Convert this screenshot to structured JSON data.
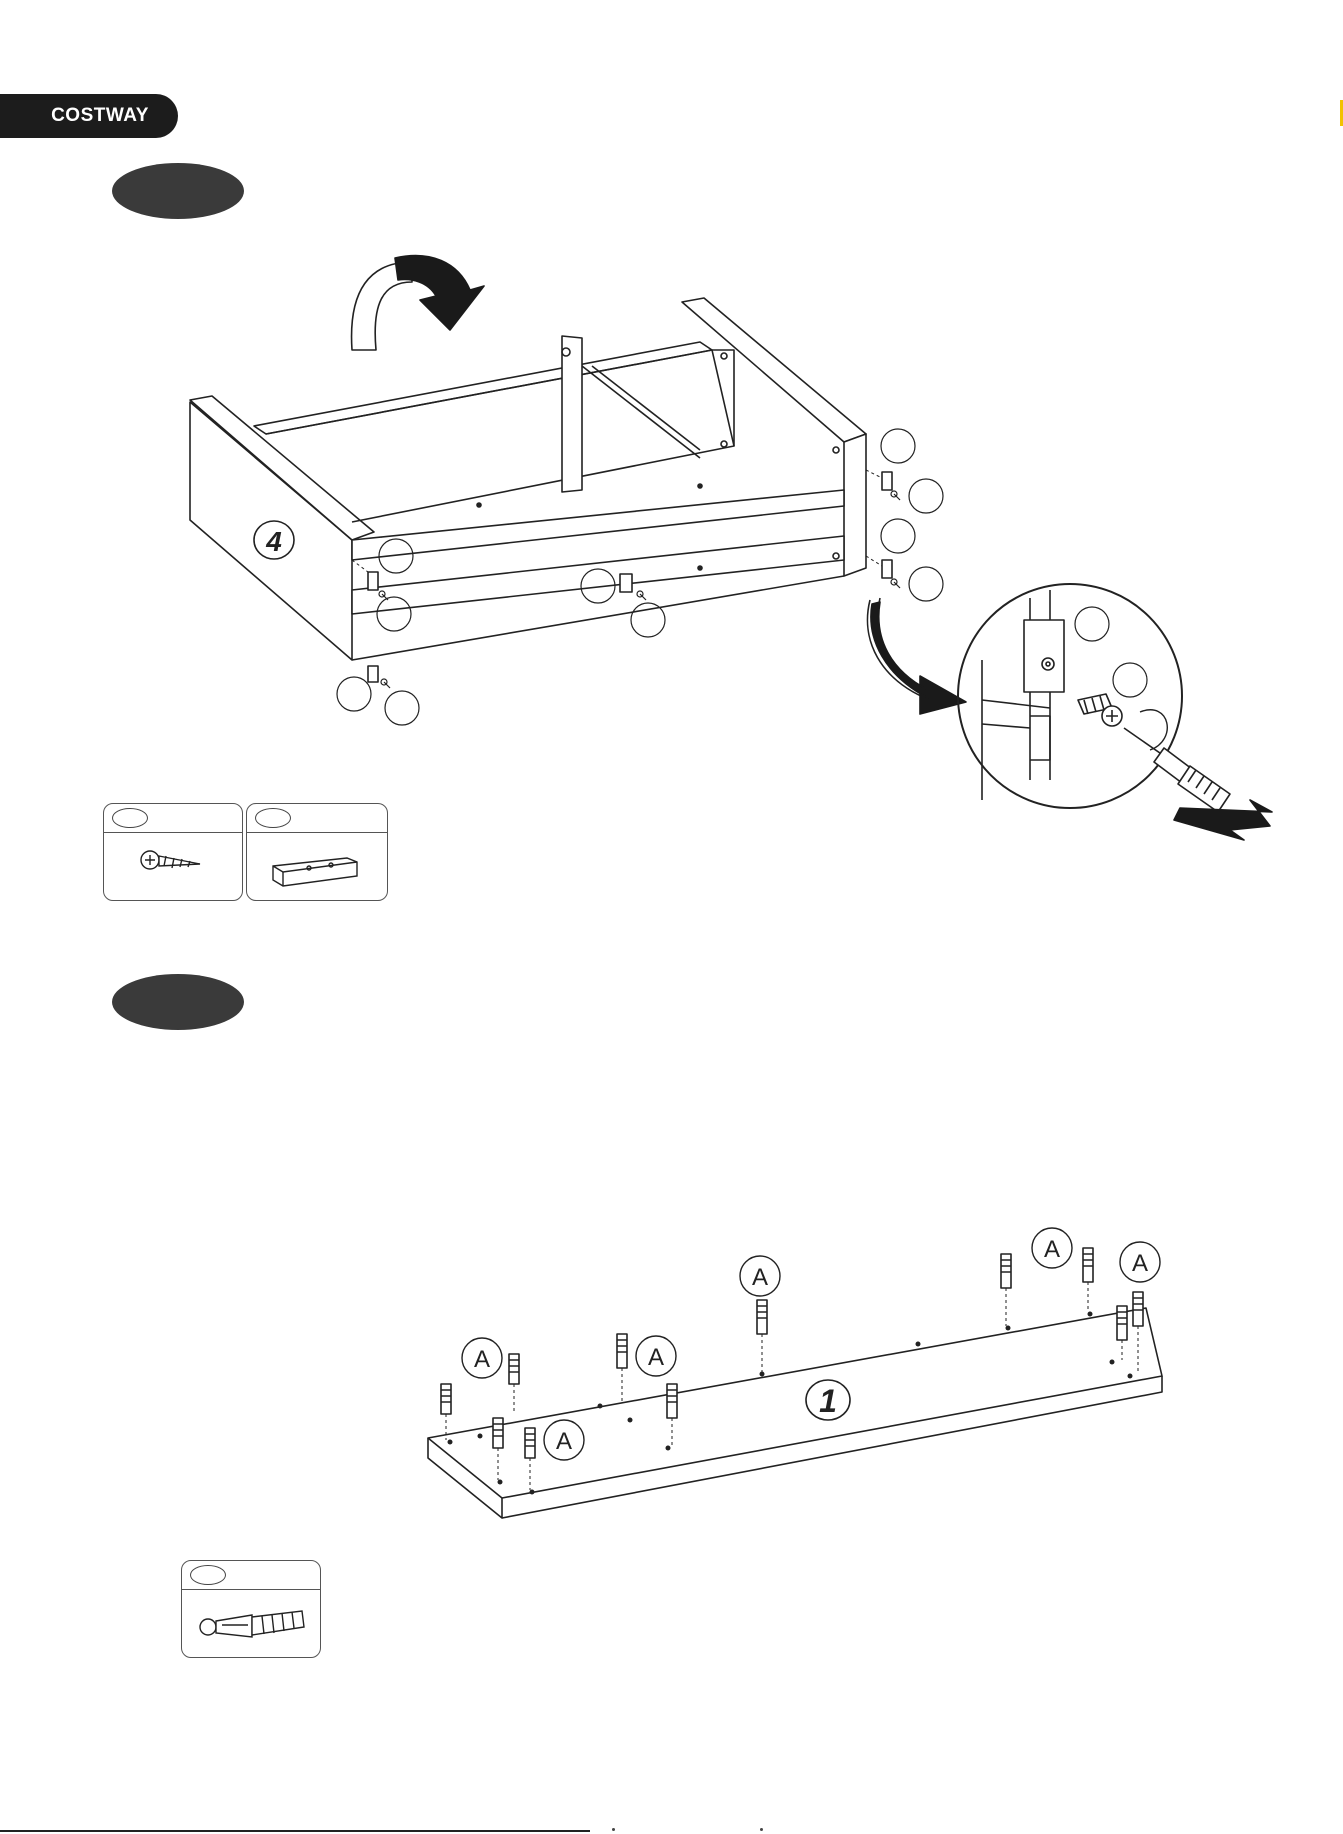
{
  "brand": {
    "name": "COSTWAY"
  },
  "step1": {
    "panel_number": "4",
    "hardware_labels": [
      "",
      "",
      "",
      "",
      "",
      "",
      "",
      "",
      "",
      "",
      "",
      "",
      ""
    ]
  },
  "step2": {
    "panel_number": "1",
    "dowel_label": "A",
    "dowel_callouts": [
      "A",
      "A",
      "A",
      "A",
      "A",
      "A",
      "A"
    ]
  },
  "parts_step1": [
    {
      "tag": "",
      "icon": "screw-icon"
    },
    {
      "tag": "",
      "icon": "bracket-icon"
    }
  ],
  "parts_step2": [
    {
      "tag": "",
      "icon": "cam-dowel-icon"
    }
  ],
  "colors": {
    "oval": "#3a3a3a",
    "brand_tab": "#1c1c1c",
    "line": "#222222"
  }
}
